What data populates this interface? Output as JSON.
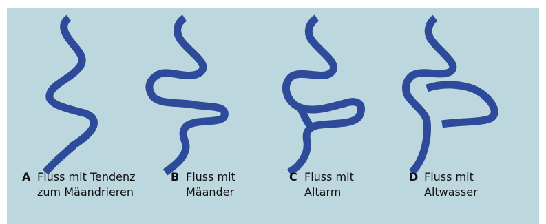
{
  "colors": {
    "background": "#bcd7dd",
    "river": "#2e4b9b",
    "text": "#111111"
  },
  "panels": [
    {
      "letter": "A",
      "line1": "Fluss mit Tendenz",
      "line2": "zum Mäandrieren"
    },
    {
      "letter": "B",
      "line1": "Fluss mit",
      "line2": "Mäander"
    },
    {
      "letter": "C",
      "line1": "Fluss mit",
      "line2": "Altarm"
    },
    {
      "letter": "D",
      "line1": "Fluss mit",
      "line2": "Altwasser"
    }
  ]
}
